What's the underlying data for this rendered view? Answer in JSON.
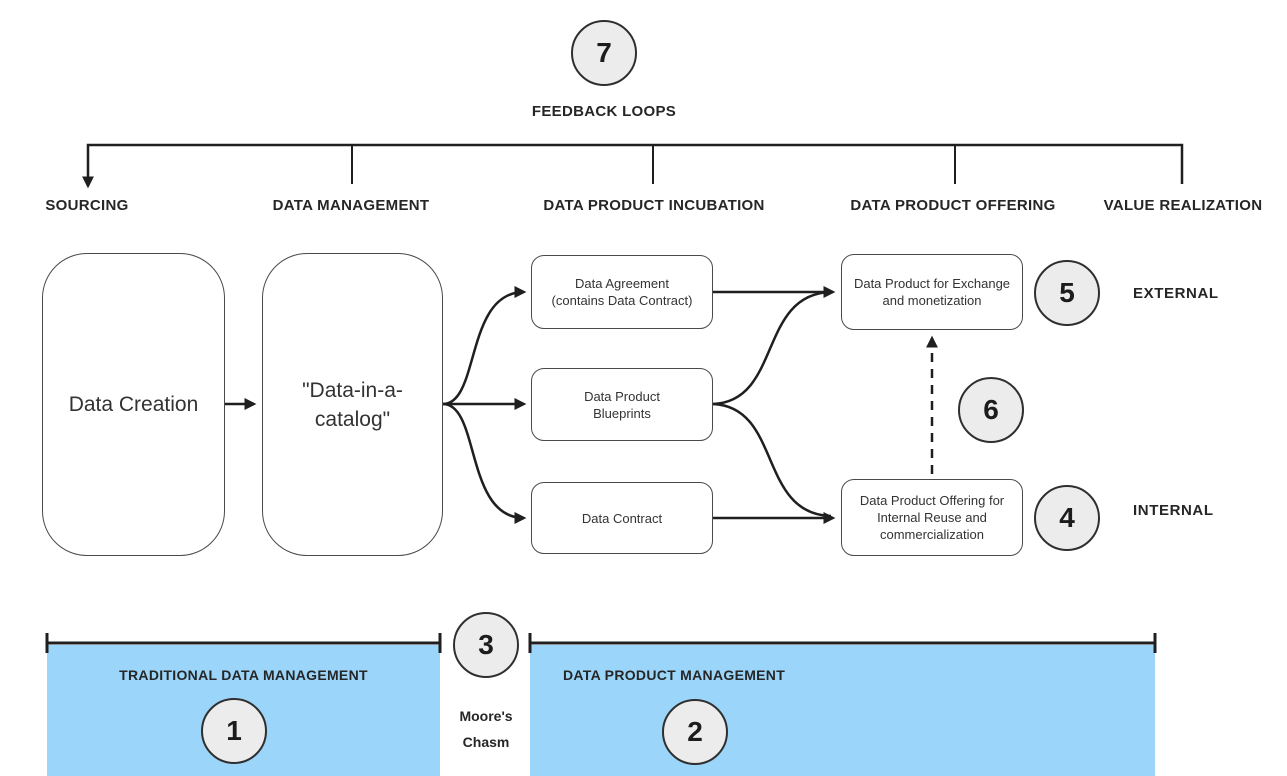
{
  "colors": {
    "band_blue": "#9bd6fa",
    "circle_fill": "#ececec",
    "line": "#1f1f1f"
  },
  "feedback": {
    "number": "7",
    "label": "FEEDBACK LOOPS"
  },
  "stages": [
    "SOURCING",
    "DATA MANAGEMENT",
    "DATA PRODUCT INCUBATION",
    "DATA PRODUCT OFFERING",
    "VALUE REALIZATION"
  ],
  "flow": {
    "data_creation": "Data Creation",
    "data_in_a_catalog": [
      "\"Data-in-a-",
      "catalog\""
    ],
    "incubation": [
      [
        "Data Agreement",
        "(contains Data Contract)"
      ],
      [
        "Data Product",
        "Blueprints"
      ],
      [
        "Data Contract"
      ]
    ],
    "offerings": [
      [
        "Data Product for Exchange",
        "and monetization"
      ],
      [
        "Data Product Offering for",
        "Internal Reuse and",
        "commercialization"
      ]
    ]
  },
  "markers": {
    "m1": "1",
    "m2": "2",
    "m3": "3",
    "m4": "4",
    "m5": "5",
    "m6": "6",
    "m7": "7"
  },
  "audience": {
    "external": "EXTERNAL",
    "internal": "INTERNAL"
  },
  "bottom": {
    "left_label": "TRADITIONAL DATA MANAGEMENT",
    "right_label": "DATA PRODUCT MANAGEMENT",
    "chasm": [
      "Moore's",
      "Chasm"
    ]
  }
}
